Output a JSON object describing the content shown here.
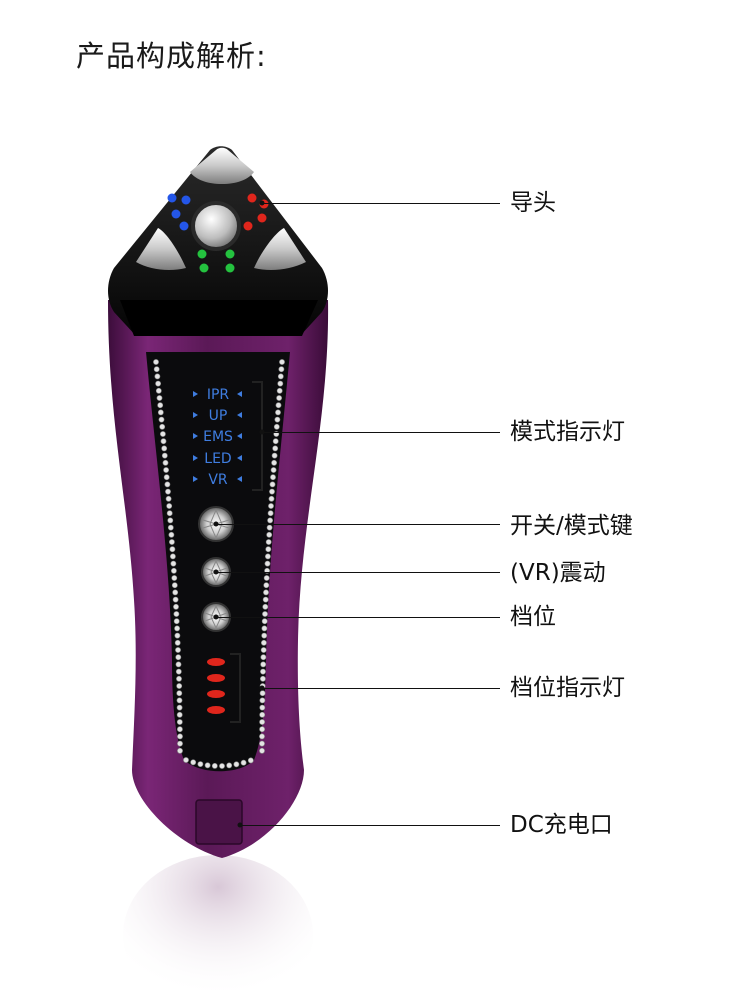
{
  "title": "产品构成解析:",
  "device": {
    "modes": [
      "IPR",
      "UP",
      "EMS",
      "LED",
      "VR"
    ],
    "level_indicator_count": 4
  },
  "callouts": {
    "probe_head": "导头",
    "mode_indicator": "模式指示灯",
    "power_mode_key": "开关/模式键",
    "vibration": "(VR)震动",
    "level": "档位",
    "level_indicator": "档位指示灯",
    "dc_port": "DC充电口"
  },
  "colors": {
    "body": "#5e1a5a",
    "head": "#111111",
    "panel": "#0b0b0d",
    "mode_text": "#3f7de0",
    "led_red": "#e0261c",
    "led_blue": "#2456e8",
    "led_green": "#24c23f"
  }
}
